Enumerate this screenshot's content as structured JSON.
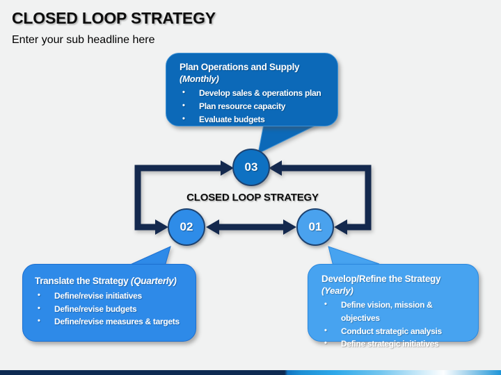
{
  "slide": {
    "title": "CLOSED LOOP STRATEGY",
    "subtitle": "Enter your sub headline here",
    "center_label": "CLOSED LOOP STRATEGY"
  },
  "nodes": [
    {
      "id": "node-03",
      "label": "03"
    },
    {
      "id": "node-02",
      "label": "02"
    },
    {
      "id": "node-01",
      "label": "01"
    }
  ],
  "callouts": {
    "top": {
      "title": "Plan Operations and Supply",
      "period": "(Monthly)",
      "bullets": [
        "Develop sales & operations plan",
        "Plan resource capacity",
        "Evaluate budgets"
      ]
    },
    "bottom_left": {
      "title": "Translate the Strategy",
      "period": "(Quarterly)",
      "bullets": [
        "Define/revise initiatives",
        "Define/revise budgets",
        "Define/revise measures & targets"
      ]
    },
    "bottom_right": {
      "title": "Develop/Refine the Strategy",
      "period": "(Yearly)",
      "bullets": [
        "Define vision, mission & objectives",
        "Conduct strategic analysis",
        "Define strategic initiatives"
      ]
    }
  },
  "bullet_glyph": "•",
  "colors": {
    "background": "#f1f2f2",
    "loop_navy": "#14294e",
    "callout_top": "#0c69b8",
    "callout_bottom_left": "#2e8ae8",
    "callout_bottom_right": "#47a3f0",
    "circle_03": "#0e71c2",
    "circle_02": "#2e8ce8",
    "circle_01": "#4aa2ee",
    "bar_navy": "#0e2a52",
    "bar_cyan": "#2fa9ea",
    "bar_right_blue": "#1e95d8"
  }
}
